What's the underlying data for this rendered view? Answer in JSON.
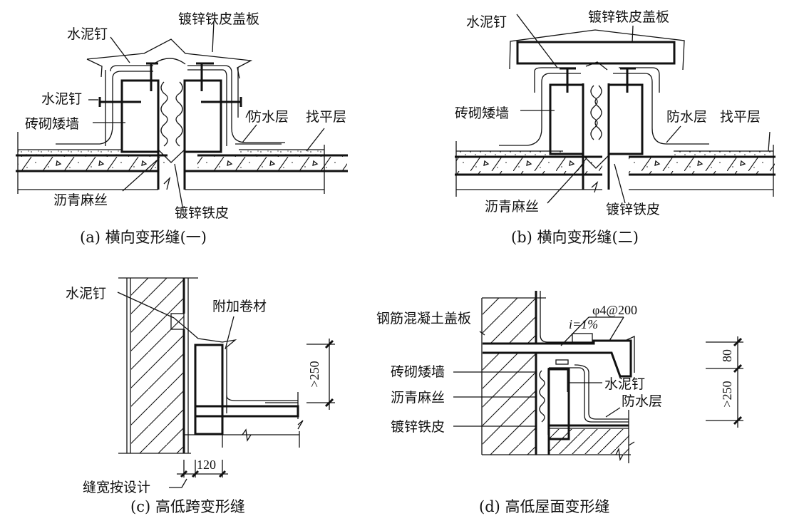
{
  "panels": {
    "a": {
      "caption": "(a) 横向变形缝(一)",
      "labels": {
        "cover": "镀锌铁皮盖板",
        "nail_top": "水泥钉",
        "nail_side": "水泥钉",
        "wall": "砖砌矮墙",
        "waterproof": "防水层",
        "screed": "找平层",
        "asphalt": "沥青麻丝",
        "galv": "镀锌铁皮"
      }
    },
    "b": {
      "caption": "(b) 横向变形缝(二)",
      "labels": {
        "cover": "镀锌铁皮盖板",
        "nail": "水泥钉",
        "wall": "砖砌矮墙",
        "waterproof": "防水层",
        "screed": "找平层",
        "asphalt": "沥青麻丝",
        "galv": "镀锌铁皮"
      }
    },
    "c": {
      "caption": "(c) 高低跨变形缝",
      "labels": {
        "nail": "水泥钉",
        "extra_membrane": "附加卷材",
        "gap": "缝宽按设计",
        "dim_width": "120",
        "dim_height": ">250"
      }
    },
    "d": {
      "caption": "(d) 高低屋面变形缝",
      "labels": {
        "rc_cover": "钢筋混凝土盖板",
        "rebar": "φ4@200",
        "slope": "i=1%",
        "wall": "砖砌矮墙",
        "asphalt": "沥青麻丝",
        "galv": "镀锌铁皮",
        "nail": "水泥钉",
        "waterproof": "防水层",
        "dim_top": "80",
        "dim_height": ">250"
      }
    }
  }
}
